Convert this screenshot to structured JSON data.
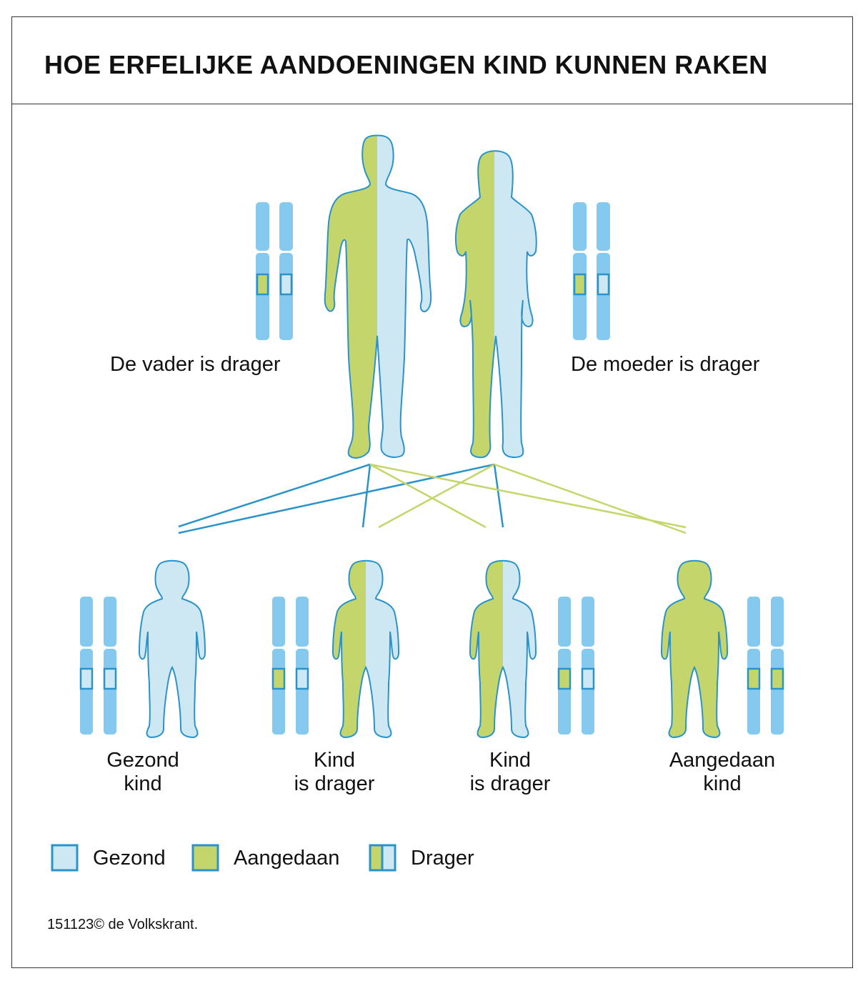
{
  "title": "HOE ERFELIJKE AANDOENINGEN KIND KUNNEN RAKEN",
  "colors": {
    "gezond": "#cde8f3",
    "aangedaan": "#c4d66b",
    "outline": "#2a93c9",
    "chromosome": "#86c9ee",
    "line_blue": "#2a93c9",
    "line_green": "#c4d66b"
  },
  "parents": {
    "father": {
      "label": "De vader is drager",
      "status": "Drager",
      "chromosome_bands": [
        "aangedaan",
        "gezond"
      ]
    },
    "mother": {
      "label": "De moeder is drager",
      "status": "Drager",
      "chromosome_bands": [
        "aangedaan",
        "gezond"
      ]
    }
  },
  "children": [
    {
      "label_line1": "Gezond",
      "label_line2": "kind",
      "status": "Gezond",
      "chromosome_bands": [
        "gezond",
        "gezond"
      ]
    },
    {
      "label_line1": "Kind",
      "label_line2": "is drager",
      "status": "Drager",
      "chromosome_bands": [
        "aangedaan",
        "gezond"
      ]
    },
    {
      "label_line1": "Kind",
      "label_line2": "is drager",
      "status": "Drager",
      "chromosome_bands": [
        "aangedaan",
        "gezond"
      ]
    },
    {
      "label_line1": "Aangedaan",
      "label_line2": "kind",
      "status": "Aangedaan",
      "chromosome_bands": [
        "aangedaan",
        "aangedaan"
      ]
    }
  ],
  "legend": [
    {
      "key": "gezond",
      "label": "Gezond"
    },
    {
      "key": "aangedaan",
      "label": "Aangedaan"
    },
    {
      "key": "drager",
      "label": "Drager"
    }
  ],
  "credit": "151123© de Volkskrant."
}
